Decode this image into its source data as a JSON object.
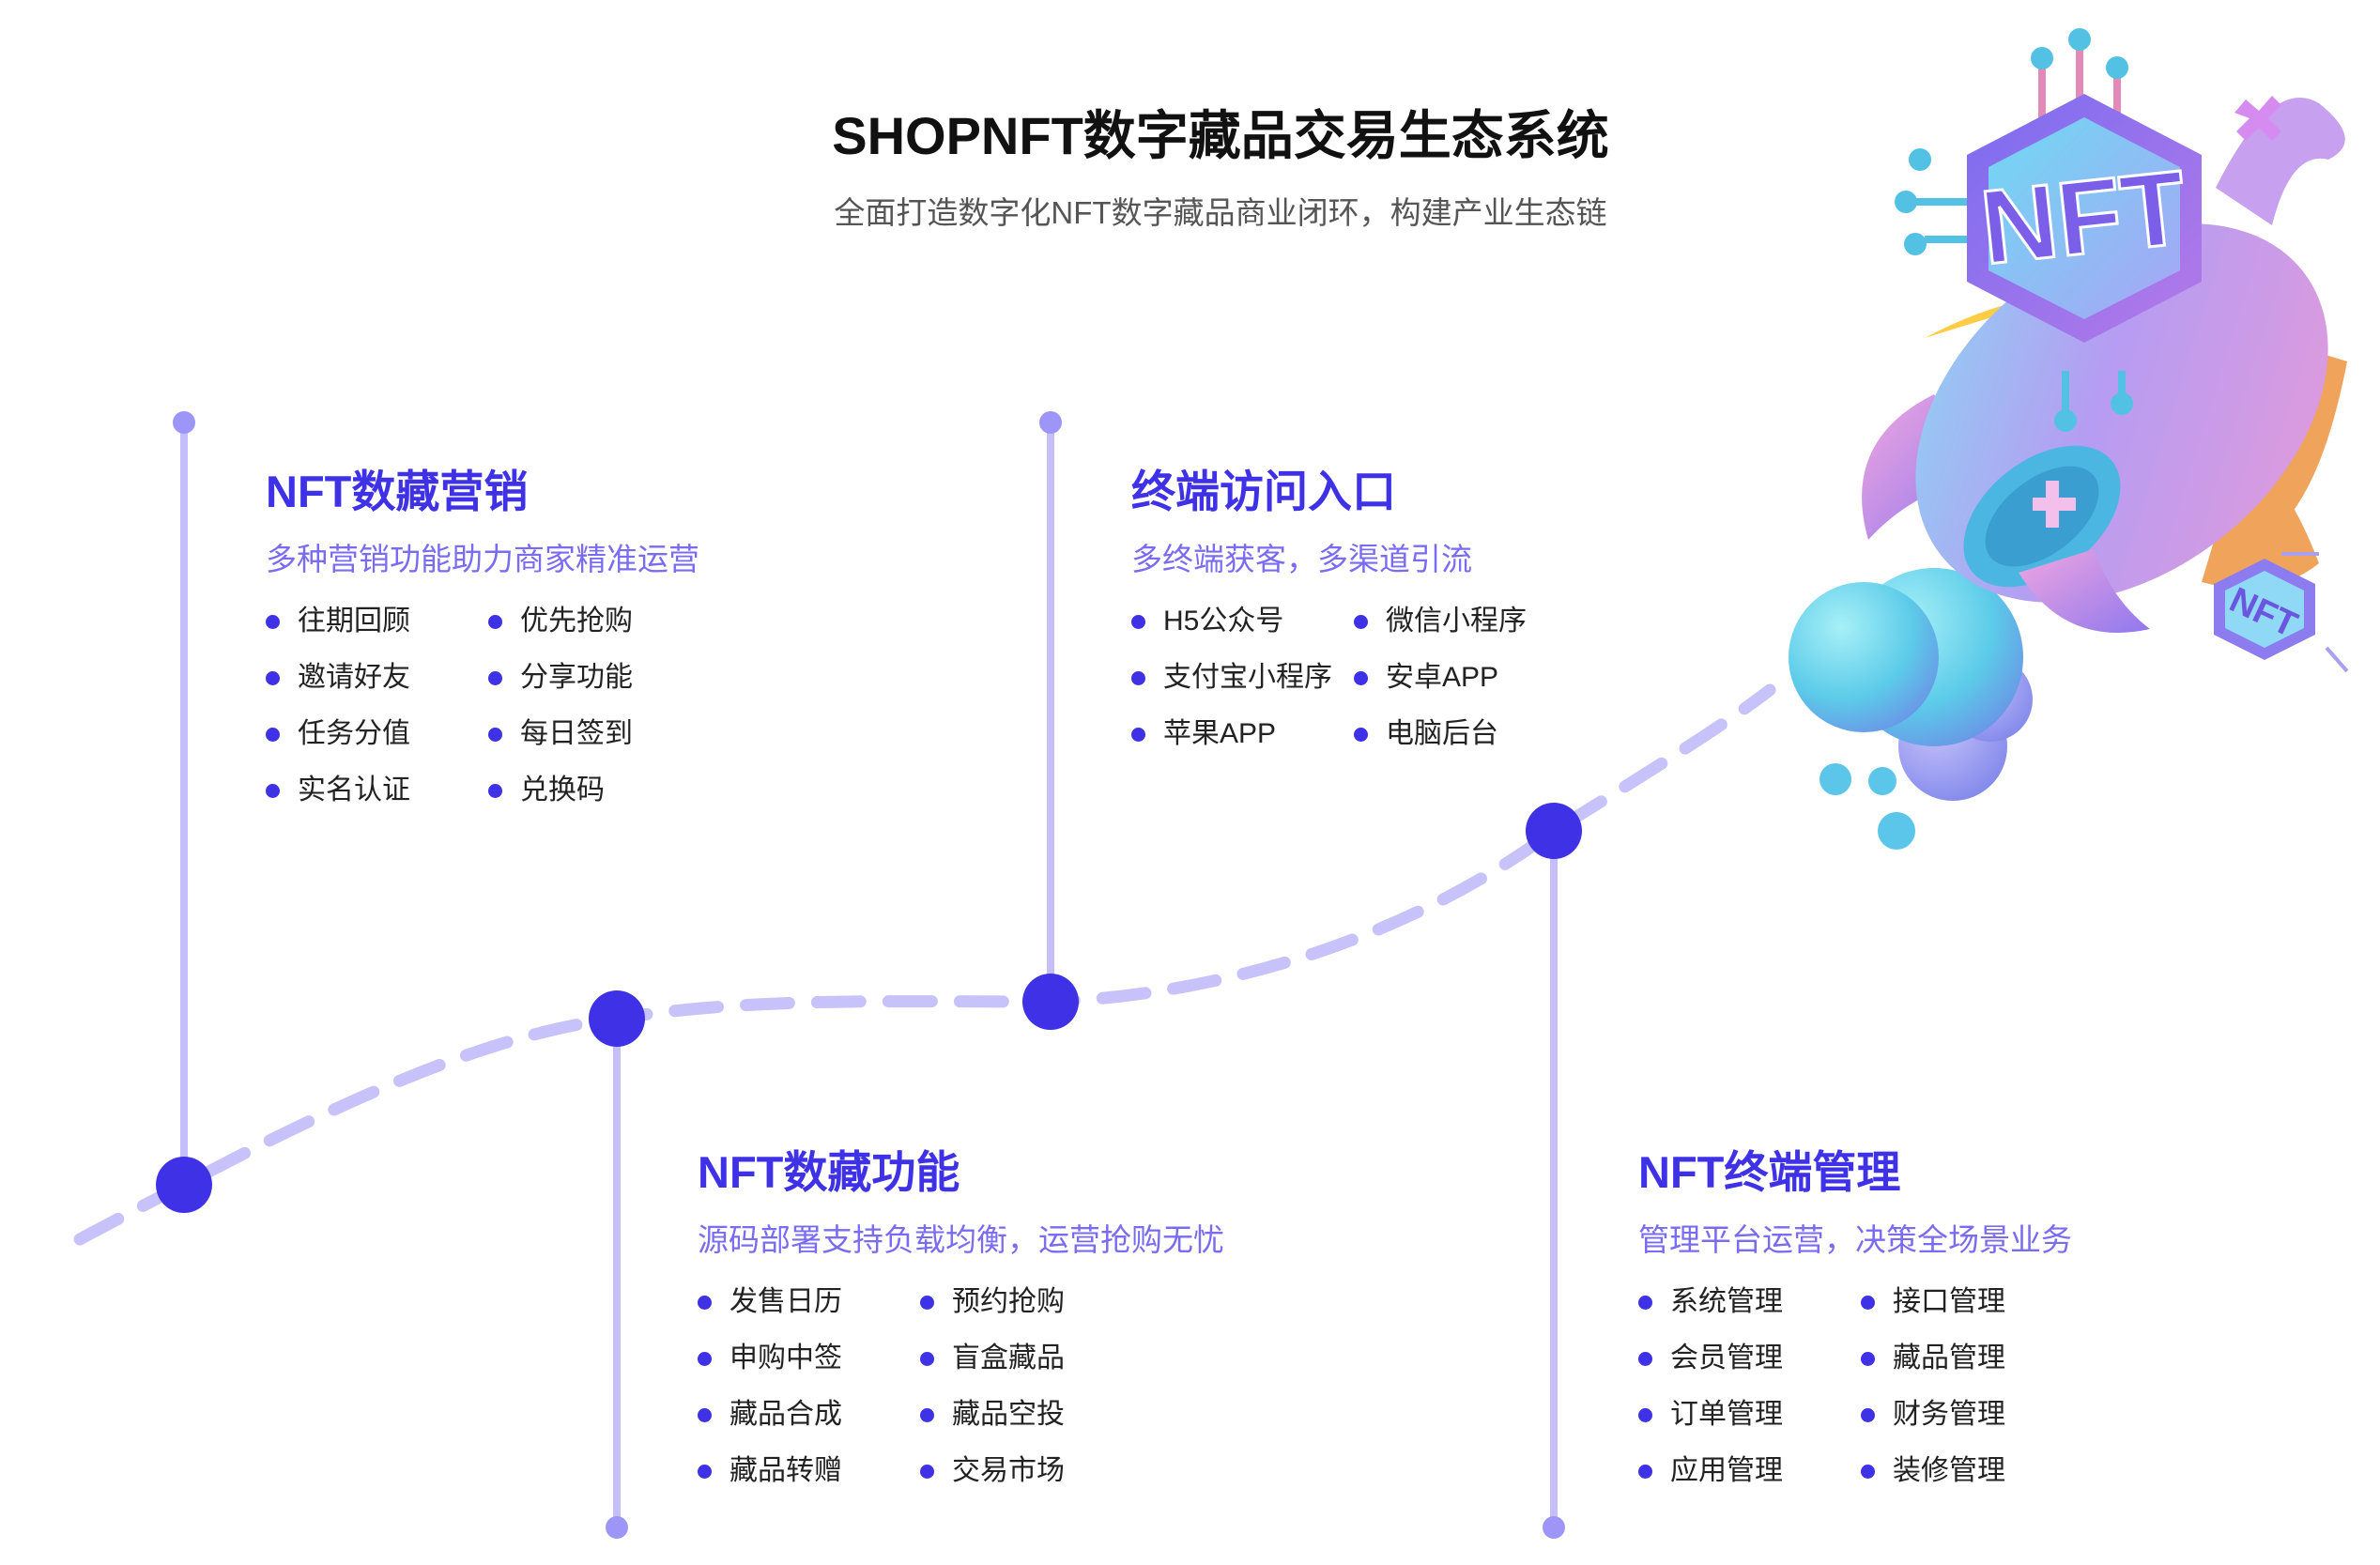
{
  "header": {
    "title": "SHOPNFT数字藏品交易生态系统",
    "subtitle": "全面打造数字化NFT数字藏品商业闭环，构建产业生态链"
  },
  "illustration": {
    "badge_text": "NFT",
    "small_badge_text": "NFT",
    "icon": "rocket-icon"
  },
  "colors": {
    "accent": "#3f32e6",
    "line": "#c4bffb",
    "dash": "#c7c2fa",
    "description": "#7a6cf0"
  },
  "sections": [
    {
      "title": "NFT数藏营销",
      "description": "多种营销功能助力商家精准运营",
      "items": [
        "往期回顾",
        "优先抢购",
        "邀请好友",
        "分享功能",
        "任务分值",
        "每日签到",
        "实名认证",
        "兑换码"
      ]
    },
    {
      "title": "终端访问入口",
      "description": "多终端获客，多渠道引流",
      "items": [
        "H5公众号",
        "微信小程序",
        "支付宝小程序",
        "安卓APP",
        "苹果APP",
        "电脑后台"
      ]
    },
    {
      "title": "NFT数藏功能",
      "description": "源码部署支持负载均衡，运营抢购无忧",
      "items": [
        "发售日历",
        "预约抢购",
        "申购中签",
        "盲盒藏品",
        "藏品合成",
        "藏品空投",
        "藏品转赠",
        "交易市场"
      ]
    },
    {
      "title": "NFT终端管理",
      "description": "管理平台运营，决策全场景业务",
      "items": [
        "系统管理",
        "接口管理",
        "会员管理",
        "藏品管理",
        "订单管理",
        "财务管理",
        "应用管理",
        "装修管理"
      ]
    }
  ]
}
